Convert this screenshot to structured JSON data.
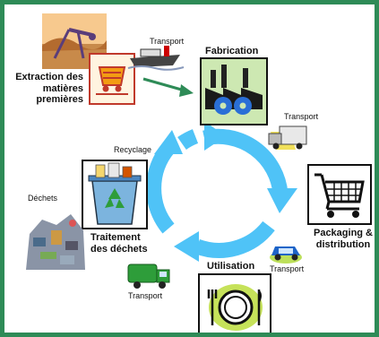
{
  "colors": {
    "frame": "#2e8b57",
    "cycle": "#4fc3f7",
    "arrow": "#2e8b57",
    "factory_bg": "#cde8b2",
    "plate_bg": "#c6e25a"
  },
  "stages": {
    "extraction": "Extraction des\nmatières\npremières",
    "fabrication": "Fabrication",
    "packaging": "Packaging &\ndistribution",
    "utilisation": "Utilisation",
    "traitement": "Traitement\ndes déchets"
  },
  "labels": {
    "transport_ship": "Transport",
    "transport_truck": "Transport",
    "transport_car": "Transport",
    "transport_garbage": "Transport",
    "recyclage": "Recyclage",
    "dechets": "Déchets"
  },
  "icons": [
    "oil-pump-icon",
    "ship-icon",
    "mine-cart-icon",
    "factory-icon",
    "truck-icon",
    "shopping-cart-icon",
    "car-icon",
    "plate-icon",
    "garbage-truck-icon",
    "recycle-bin-icon",
    "waste-pile-icon"
  ]
}
